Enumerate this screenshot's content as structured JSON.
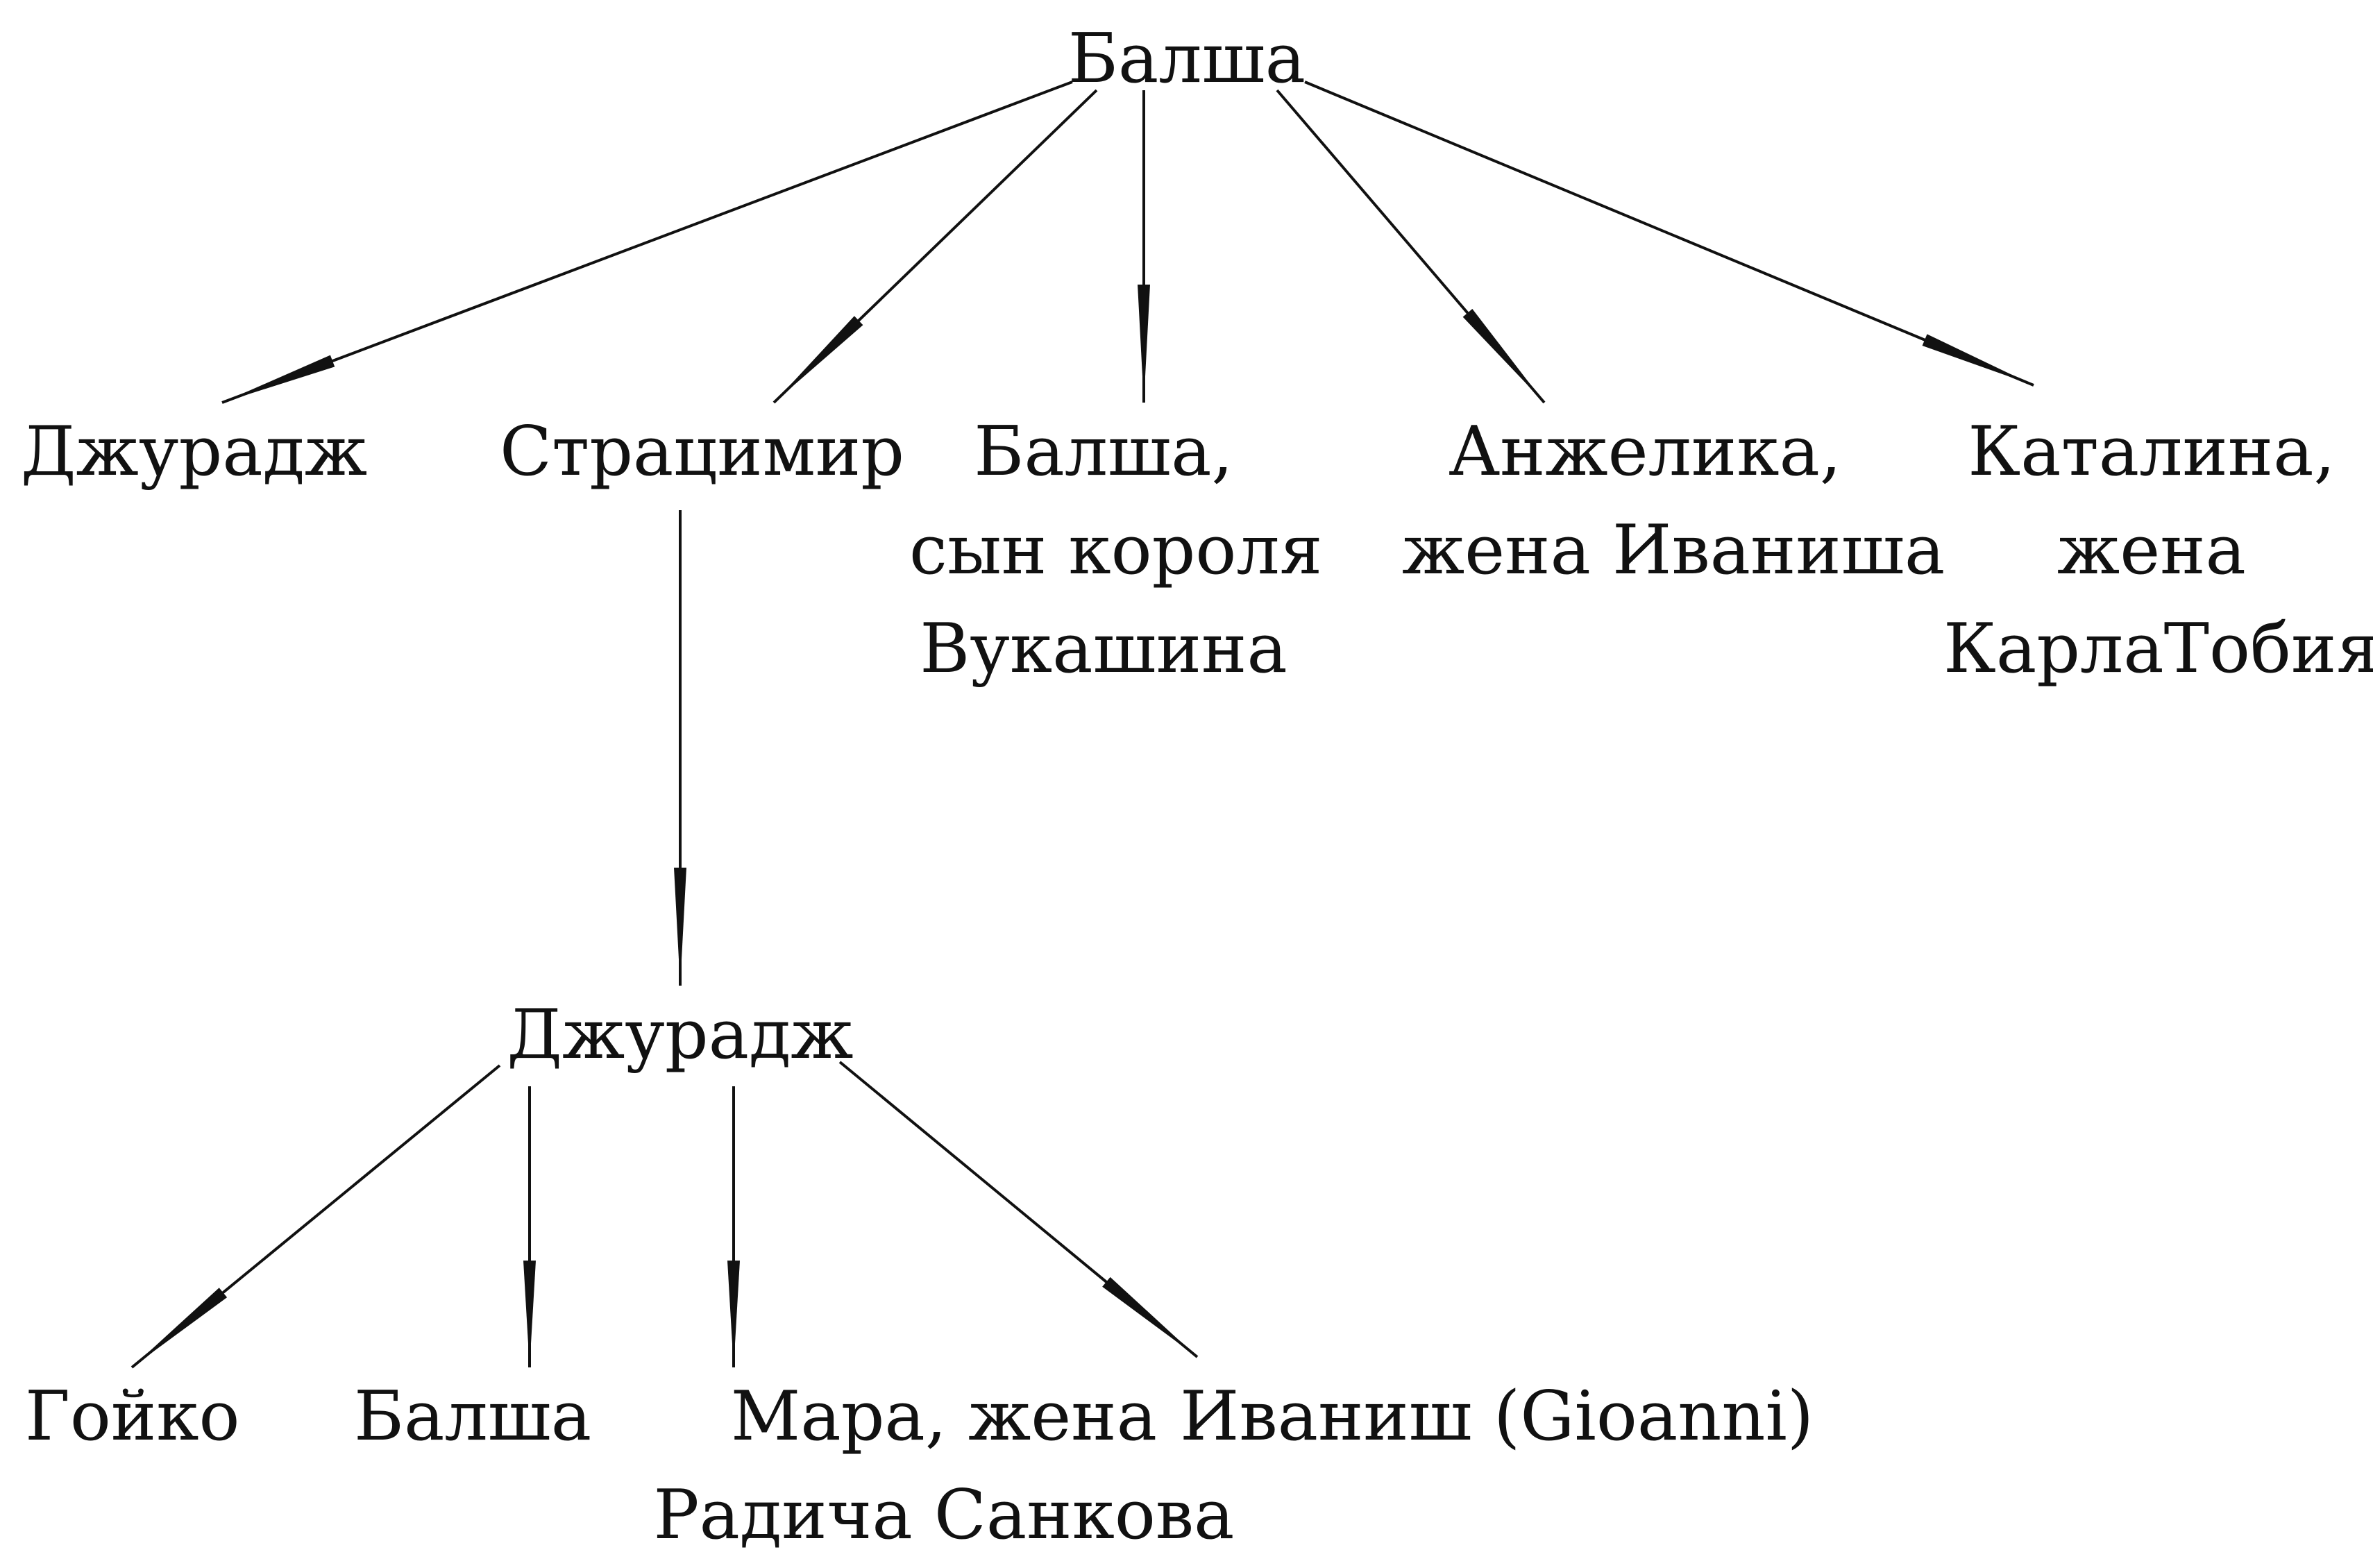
{
  "diagram": {
    "line_color": "#111111",
    "background": "#ffffff",
    "nodes": [
      {
        "id": "balsha-root",
        "lines": [
          "Балша"
        ]
      },
      {
        "id": "djuradj-1",
        "lines": [
          "Джурадж"
        ]
      },
      {
        "id": "stracimir",
        "lines": [
          "Страцимир"
        ]
      },
      {
        "id": "balsha-son-vukashin",
        "lines": [
          "Балша,",
          "сын короля",
          "Вукашина"
        ]
      },
      {
        "id": "anzhelika",
        "lines": [
          "Анжелика,",
          "жена Иваниша"
        ]
      },
      {
        "id": "katalina",
        "lines": [
          "Каталина,",
          "жена",
          "КарлаТобия"
        ]
      },
      {
        "id": "djuradj-2",
        "lines": [
          "Джурадж"
        ]
      },
      {
        "id": "gojko",
        "lines": [
          "Гойко"
        ]
      },
      {
        "id": "balsha-2",
        "lines": [
          "Балша"
        ]
      },
      {
        "id": "mara",
        "lines": [
          "Мара, жена",
          "Радича Санкова"
        ]
      },
      {
        "id": "ivanish",
        "lines": [
          "Иваниш (Gioanni)"
        ]
      }
    ],
    "edges": [
      {
        "from": "balsha-root",
        "to": "djuradj-1"
      },
      {
        "from": "balsha-root",
        "to": "stracimir"
      },
      {
        "from": "balsha-root",
        "to": "balsha-son-vukashin"
      },
      {
        "from": "balsha-root",
        "to": "anzhelika"
      },
      {
        "from": "balsha-root",
        "to": "katalina"
      },
      {
        "from": "stracimir",
        "to": "djuradj-2"
      },
      {
        "from": "djuradj-2",
        "to": "gojko"
      },
      {
        "from": "djuradj-2",
        "to": "balsha-2"
      },
      {
        "from": "djuradj-2",
        "to": "mara"
      },
      {
        "from": "djuradj-2",
        "to": "ivanish"
      }
    ]
  }
}
